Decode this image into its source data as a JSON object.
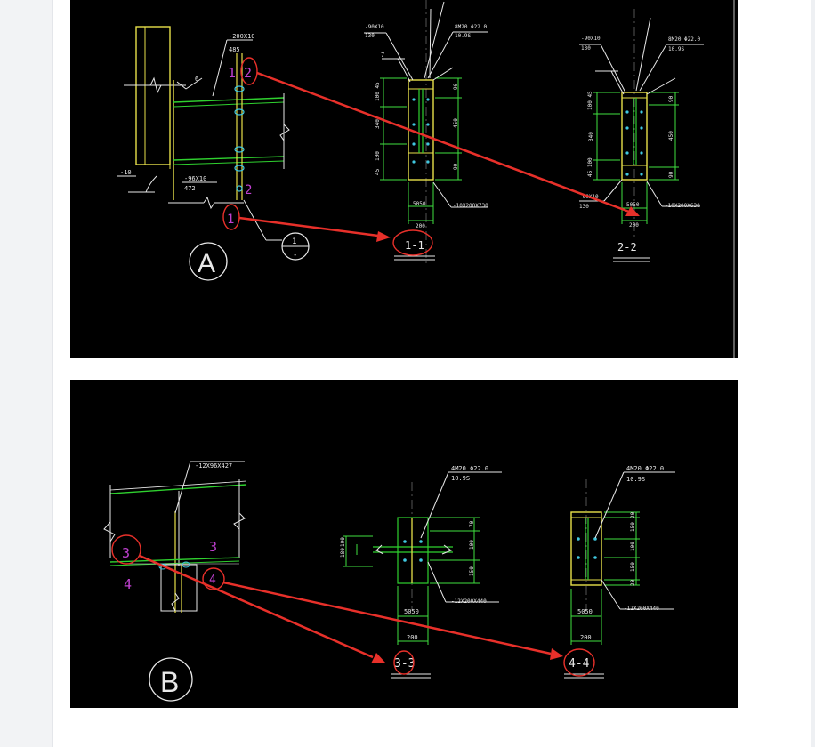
{
  "colors": {
    "background": "#000000",
    "steel_yellow": "#e8e04a",
    "beam_green": "#2fd12f",
    "dimension_green": "#3fe03f",
    "text_white": "#e8e8e8",
    "marker_magenta": "#c040d0",
    "annotation_red": "#e8302a",
    "bolt_cyan": "#40c8e0"
  },
  "drawing_a": {
    "detail_label": "A",
    "section_marker_top": "1",
    "section_marker_bottom": "-",
    "left_weld_label": "6",
    "left_plate_label": "-10",
    "top_plate_label": "-200X10",
    "top_plate_len": "485",
    "mid_plate_label": "-96X10",
    "mid_plate_len": "472",
    "marker_1_top": "1",
    "marker_2_top": "2",
    "marker_2_bottom": "2",
    "marker_1_bottom": "1",
    "section_1_1": {
      "title": "1-1",
      "plate_top": "-90X10",
      "plate_top_len": "130",
      "bolts": "8M20 Φ22.0",
      "bolt_grade": "10.9S",
      "weld_left": "7",
      "dim_left": [
        "100 45",
        "340",
        "100",
        "45"
      ],
      "dim_right": [
        "90",
        "450",
        "90"
      ],
      "dim_bottom_inner": "5050",
      "dim_bottom": "200",
      "end_plate": "-10X200X730"
    },
    "section_2_2": {
      "title": "2-2",
      "plate_top": "-90X10",
      "plate_top_len": "130",
      "bolts": "8M20 Φ22.0",
      "bolt_grade": "10.9S",
      "dim_left": [
        "100 45",
        "340",
        "45 100"
      ],
      "dim_right": [
        "90",
        "450",
        "90"
      ],
      "dim_bottom_inner": "5050",
      "dim_bottom": "200",
      "bottom_plate": "-90X10",
      "bottom_plate_len": "130",
      "end_plate": "-10X200X630"
    }
  },
  "drawing_b": {
    "detail_label": "B",
    "top_plate_label": "-12X96X427",
    "marker_3_left": "3",
    "marker_3_right": "3",
    "marker_4_left": "4",
    "marker_4_right": "4",
    "section_3_3": {
      "title": "3-3",
      "bolts": "4M20 Φ22.0",
      "bolt_grade": "10.9S",
      "dim_left": [
        "180",
        "100"
      ],
      "dim_right": [
        "70",
        "100",
        "150"
      ],
      "dim_bottom_inner": "5050",
      "dim_bottom": "200",
      "end_plate": "-12X200X440"
    },
    "section_4_4": {
      "title": "4-4",
      "bolts": "4M20 Φ22.0",
      "bolt_grade": "10.9S",
      "dim_right": [
        "20",
        "150",
        "100",
        "150",
        "20"
      ],
      "dim_bottom_inner": "5050",
      "dim_bottom": "200",
      "end_plate": "-12X200X440"
    }
  }
}
